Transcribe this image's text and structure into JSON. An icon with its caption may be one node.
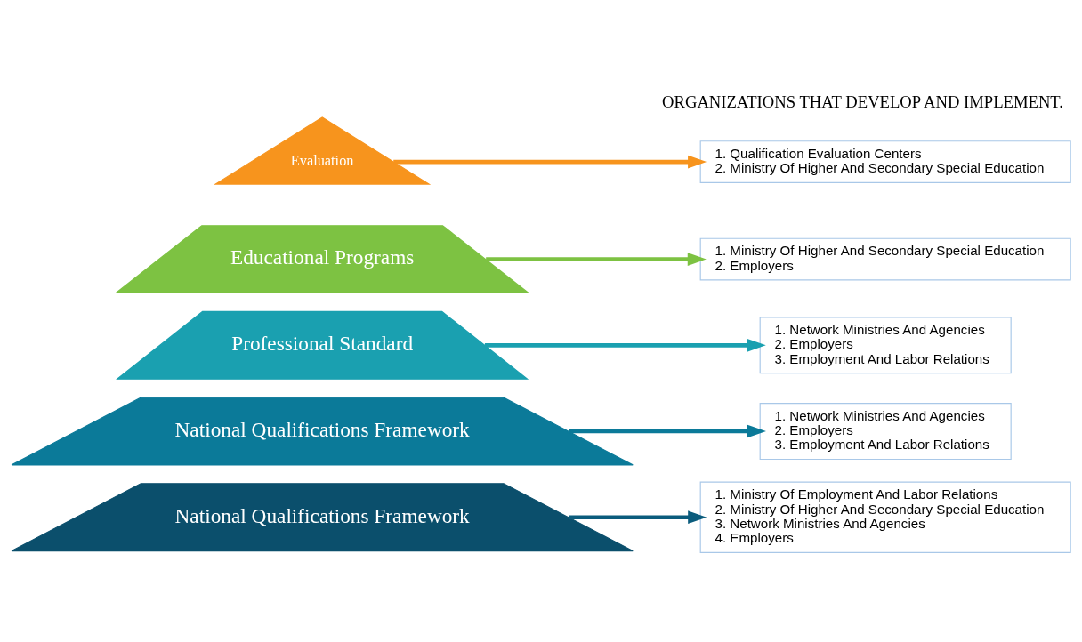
{
  "diagram": {
    "title": "ORGANIZATIONS THAT DEVELOP AND IMPLEMENT.",
    "nodes": [
      {
        "text": [
          "Evaluation"
        ]
      },
      {
        "text": [
          "Educational Programs"
        ]
      },
      {
        "text": [
          "Professional Standard"
        ]
      },
      {
        "text": [
          "National Qualifications Framework"
        ]
      },
      {
        "text": [
          "National Qualifications Framework"
        ]
      },
      {
        "text": [
          "1. Qualification Evaluation Centers",
          "2. Ministry Of Higher And Secondary Special Education"
        ]
      },
      {
        "text": [
          "1. Ministry Of Higher And Secondary Special Education",
          "2. Employers"
        ]
      },
      {
        "text": [
          "1. Network Ministries And Agencies",
          "2. Employers",
          "3. Employment And Labor Relations"
        ]
      },
      {
        "text": [
          "1. Network Ministries And Agencies",
          "2. Employers",
          "3. Employment And Labor Relations"
        ]
      },
      {
        "text": [
          "1. Ministry Of Employment And Labor Relations",
          "2. Ministry Of Higher And Secondary Special Education",
          "3. Network Ministries And Agencies",
          "4. Employers"
        ]
      }
    ],
    "edges": [
      {
        "from": 0,
        "to": 5,
        "arrow": "to",
        "color": "#f7941d"
      },
      {
        "from": 1,
        "to": 6,
        "arrow": "to",
        "color": "#7dc242"
      },
      {
        "from": 2,
        "to": 7,
        "arrow": "to",
        "color": "#1aa0b0"
      },
      {
        "from": 3,
        "to": 8,
        "arrow": "to",
        "color": "#0b7a99"
      },
      {
        "from": 4,
        "to": 9,
        "arrow": "to",
        "color": "#0b5c7d"
      }
    ]
  }
}
